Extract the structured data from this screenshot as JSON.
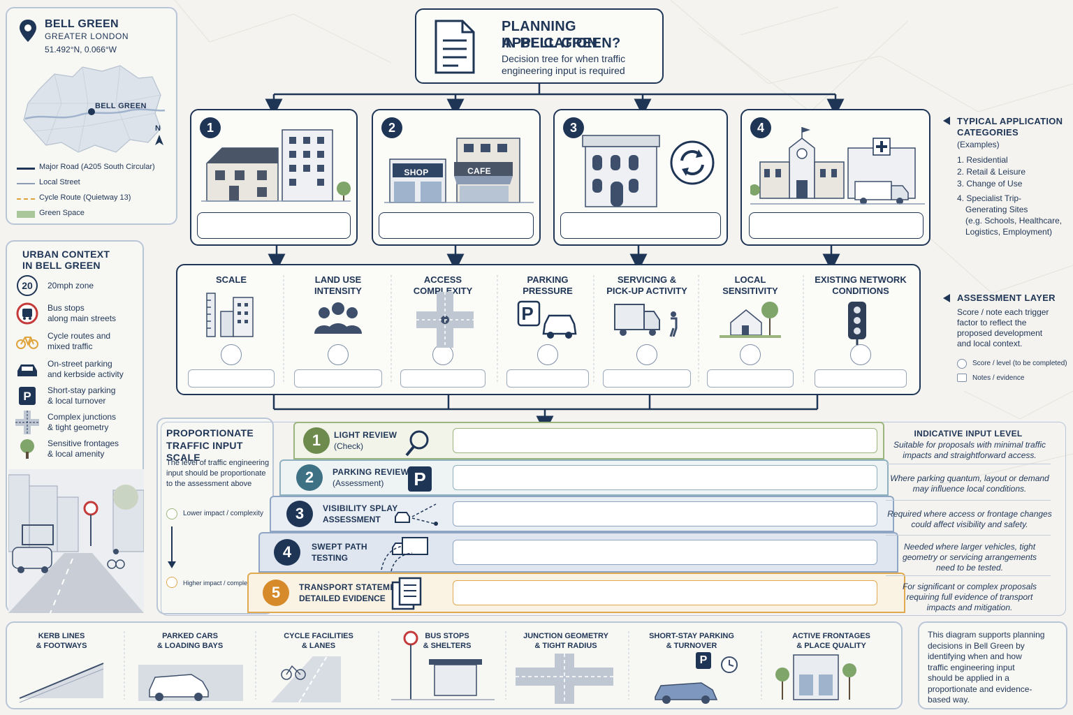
{
  "location": {
    "name": "BELL GREEN",
    "region": "GREATER LONDON",
    "coords": "51.492°N, 0.066°W",
    "map_label": "BELL GREEN",
    "north": "N",
    "legend": [
      {
        "label": "Major Road (A205 South Circular)",
        "color": "#1f3556"
      },
      {
        "label": "Local Street",
        "color": "#8a9bb3"
      },
      {
        "label": "Cycle Route (Quietway 13)",
        "color": "#e0a43c"
      },
      {
        "label": "Green Space",
        "color": "#a9c79a"
      }
    ]
  },
  "header": {
    "title_line1": "PLANNING APPLICATION",
    "title_line2": "IN BELL GREEN?",
    "subtitle_line1": "Decision tree for when traffic",
    "subtitle_line2": "engineering input is required"
  },
  "categories": {
    "items": [
      {
        "num": "1",
        "shop": "",
        "cafe": ""
      },
      {
        "num": "2",
        "shop": "SHOP",
        "cafe": "CAFE"
      },
      {
        "num": "3"
      },
      {
        "num": "4"
      }
    ],
    "side_title_line1": "TYPICAL APPLICATION",
    "side_title_line2": "CATEGORIES",
    "side_sub": "(Examples)",
    "list": [
      "1. Residential",
      "2. Retail & Leisure",
      "3. Change of Use",
      "4. Specialist Trip-",
      "Generating Sites",
      "(e.g. Schools, Healthcare,",
      "Logistics, Employment)"
    ]
  },
  "context": {
    "title_line1": "URBAN CONTEXT",
    "title_line2": "IN BELL GREEN",
    "speed": "20",
    "items": [
      {
        "l1": "20mph zone",
        "l2": ""
      },
      {
        "l1": "Bus stops",
        "l2": "along main streets"
      },
      {
        "l1": "Cycle routes and",
        "l2": "mixed traffic"
      },
      {
        "l1": "On-street parking",
        "l2": "and kerbside activity"
      },
      {
        "l1": "Short-stay parking",
        "l2": "& local turnover"
      },
      {
        "l1": "Complex junctions",
        "l2": "& tight geometry"
      },
      {
        "l1": "Sensitive frontages",
        "l2": "& local amenity"
      }
    ],
    "parking_letter": "P"
  },
  "assessment": {
    "factors": [
      {
        "l1": "SCALE",
        "l2": ""
      },
      {
        "l1": "LAND USE",
        "l2": "INTENSITY"
      },
      {
        "l1": "ACCESS",
        "l2": "COMPLEXITY"
      },
      {
        "l1": "PARKING",
        "l2": "PRESSURE"
      },
      {
        "l1": "SERVICING &",
        "l2": "PICK-UP ACTIVITY"
      },
      {
        "l1": "LOCAL",
        "l2": "SENSITIVITY"
      },
      {
        "l1": "EXISTING NETWORK",
        "l2": "CONDITIONS"
      }
    ],
    "parking_letter": "P",
    "side_title": "ASSESSMENT LAYER",
    "side_text": [
      "Score / note each trigger",
      "factor to reflect the",
      "proposed development",
      "and local context."
    ],
    "legend_score": "Score / level (to be completed)",
    "legend_notes": "Notes / evidence"
  },
  "scale": {
    "title_line1": "PROPORTIONATE",
    "title_line2": "TRAFFIC INPUT SCALE",
    "text": [
      "The level of traffic engineering",
      "input should be proportionate",
      "to the assessment above"
    ],
    "lower": "Lower impact / complexity",
    "higher": "Higher impact / complexity",
    "tiers": [
      {
        "num": "1",
        "l1": "LIGHT REVIEW",
        "l2": "(Check)",
        "color": "#6e8b4e",
        "border": "#9cb57e",
        "bg": "#f2f4ea"
      },
      {
        "num": "2",
        "l1": "PARKING REVIEW",
        "l2": "(Assessment)",
        "color": "#3f7185",
        "border": "#8fb0bf",
        "bg": "#eef3f4"
      },
      {
        "num": "3",
        "l1": "VISIBILITY SPLAY",
        "l2": "ASSESSMENT",
        "color": "#1f3556",
        "border": "#8ea6c4",
        "bg": "#e9eef5"
      },
      {
        "num": "4",
        "l1": "SWEPT PATH",
        "l2": "TESTING",
        "color": "#1f3556",
        "border": "#8ea6c4",
        "bg": "#dfe6f0"
      },
      {
        "num": "5",
        "l1": "TRANSPORT STATEMENT /",
        "l2": "DETAILED EVIDENCE",
        "color": "#d68a2a",
        "border": "#e0a94f",
        "bg": "#faf3e4"
      }
    ],
    "parking_letter": "P",
    "indicative_title": "INDICATIVE INPUT LEVEL",
    "indicative": [
      [
        "Suitable for proposals with minimal traffic",
        "impacts and straightforward access."
      ],
      [
        "Where parking quantum, layout or demand",
        "may influence local conditions."
      ],
      [
        "Required where access or frontage changes",
        "could affect visibility and safety."
      ],
      [
        "Needed where larger vehicles, tight",
        "geometry or servicing arrangements",
        "need to be tested."
      ],
      [
        "For significant or complex proposals",
        "requiring full evidence of transport",
        "impacts and mitigation."
      ]
    ]
  },
  "bottom": {
    "items": [
      {
        "l1": "KERB LINES",
        "l2": "& FOOTWAYS"
      },
      {
        "l1": "PARKED CARS",
        "l2": "& LOADING BAYS"
      },
      {
        "l1": "CYCLE FACILITIES",
        "l2": "& LANES"
      },
      {
        "l1": "BUS STOPS",
        "l2": "& SHELTERS"
      },
      {
        "l1": "JUNCTION GEOMETRY",
        "l2": "& TIGHT RADIUS"
      },
      {
        "l1": "SHORT-STAY PARKING",
        "l2": "& TURNOVER"
      },
      {
        "l1": "ACTIVE FRONTAGES",
        "l2": "& PLACE QUALITY"
      }
    ],
    "parking_letter": "P",
    "note": [
      "This diagram supports planning",
      "decisions in Bell Green by",
      "identifying when and how",
      "traffic engineering input",
      "should be applied in a",
      "proportionate and evidence-",
      "based way."
    ]
  }
}
